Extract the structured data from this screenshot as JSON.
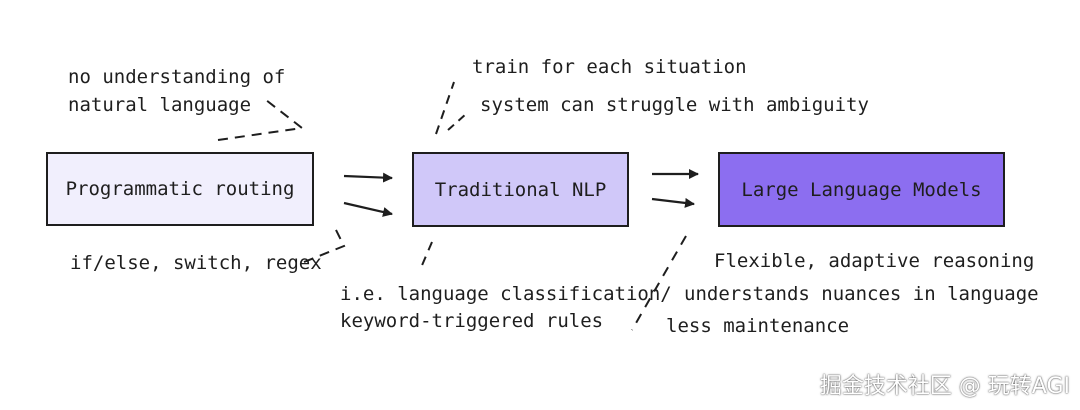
{
  "colors": {
    "box_1_fill": "#f1effd",
    "box_2_fill": "#d0c8f9",
    "box_3_fill": "#8c6ef0",
    "stroke": "#1e1e1e"
  },
  "boxes": {
    "programmatic": "Programmatic routing",
    "traditional": "Traditional NLP",
    "llm": "Large Language Models"
  },
  "notes": {
    "programmatic_top_1": "no understanding of",
    "programmatic_top_2": "natural language",
    "programmatic_bottom": "if/else, switch, regex",
    "traditional_top_1": "train for each situation",
    "traditional_top_2": "system can struggle with ambiguity",
    "traditional_bottom_1": "i.e. language classification/",
    "traditional_bottom_2": "keyword-triggered rules",
    "llm_bottom_1": "Flexible, adaptive reasoning",
    "llm_bottom_2": "understands nuances in language",
    "llm_bottom_3": "less maintenance"
  },
  "watermark": "掘金技术社区 @ 玩转AGI"
}
